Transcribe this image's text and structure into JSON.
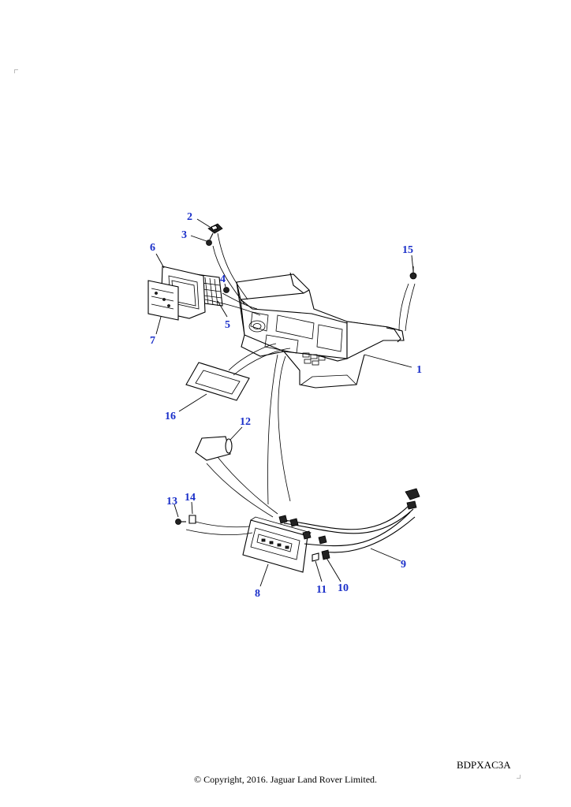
{
  "callouts": [
    {
      "id": "1",
      "label": "1"
    },
    {
      "id": "2",
      "label": "2"
    },
    {
      "id": "3",
      "label": "3"
    },
    {
      "id": "4",
      "label": "4"
    },
    {
      "id": "5",
      "label": "5"
    },
    {
      "id": "6",
      "label": "6"
    },
    {
      "id": "7",
      "label": "7"
    },
    {
      "id": "8",
      "label": "8"
    },
    {
      "id": "9",
      "label": "9"
    },
    {
      "id": "10",
      "label": "10"
    },
    {
      "id": "11",
      "label": "11"
    },
    {
      "id": "12",
      "label": "12"
    },
    {
      "id": "13",
      "label": "13"
    },
    {
      "id": "14",
      "label": "14"
    },
    {
      "id": "15",
      "label": "15"
    },
    {
      "id": "16",
      "label": "16"
    }
  ],
  "reference_code": "BDPXAC3A",
  "copyright": "© Copyright, 2016. Jaguar Land Rover Limited.",
  "colors": {
    "callout": "#1a2fc9",
    "line": "#000000"
  }
}
